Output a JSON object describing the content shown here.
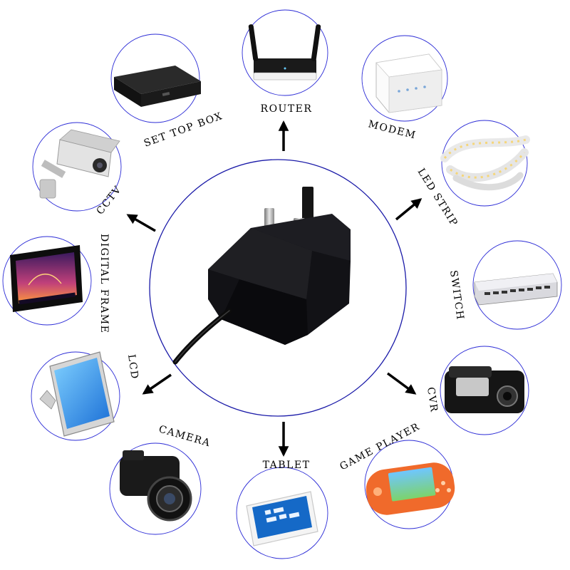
{
  "colors": {
    "ring": "#2b2bd6",
    "hub_ring": "#1a1aa8",
    "arrow": "#000000",
    "adapter": "#111114",
    "label": "#000000"
  },
  "hub": {
    "icon": "uk-power-adapter-icon"
  },
  "devices": [
    {
      "key": "router",
      "label": "ROUTER",
      "icon": "router-icon"
    },
    {
      "key": "modem",
      "label": "MODEM",
      "icon": "modem-icon"
    },
    {
      "key": "led-strip",
      "label": "LED STRIP",
      "icon": "led-strip-icon"
    },
    {
      "key": "switch",
      "label": "SWITCH",
      "icon": "network-switch-icon"
    },
    {
      "key": "cvr",
      "label": "CVR",
      "icon": "dash-cam-icon"
    },
    {
      "key": "game-player",
      "label": "GAME PLAYER",
      "icon": "handheld-console-icon"
    },
    {
      "key": "tablet",
      "label": "TABLET",
      "icon": "tablet-icon"
    },
    {
      "key": "camera",
      "label": "CAMERA",
      "icon": "camera-icon"
    },
    {
      "key": "lcd",
      "label": "LCD",
      "icon": "lcd-monitor-icon"
    },
    {
      "key": "digital-frame",
      "label": "DIGITAL FRAME",
      "icon": "digital-frame-icon"
    },
    {
      "key": "cctv",
      "label": "CCTV",
      "icon": "cctv-camera-icon"
    },
    {
      "key": "set-top-box",
      "label": "SET TOP BOX",
      "icon": "set-top-box-icon"
    }
  ]
}
